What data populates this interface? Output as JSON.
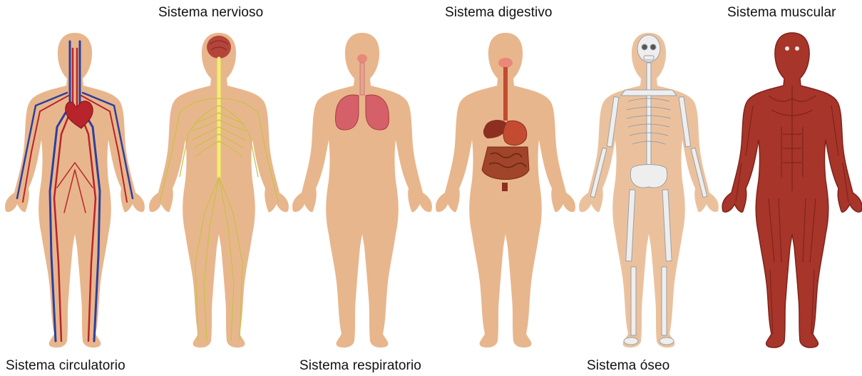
{
  "labels": {
    "circulatorio": "Sistema circulatorio",
    "nervioso": "Sistema nervioso",
    "respiratorio": "Sistema respiratorio",
    "digestivo": "Sistema digestivo",
    "oseo": "Sistema óseo",
    "muscular": "Sistema muscular"
  },
  "colors": {
    "skin": "#e8b68c",
    "skin_outline": "#d9a27a",
    "vein": "#2d3f9e",
    "artery": "#b8242c",
    "nerve": "#c8c24a",
    "spine_nerve": "#f2ee6a",
    "brain": "#b5443a",
    "lung": "#d6606a",
    "digestive": "#c24b30",
    "intestine": "#a0442a",
    "bone": "#eeeeee",
    "bone_outline": "#9aa0a6",
    "muscle": "#a8352a",
    "muscle_dark": "#7e241c"
  },
  "icons": [
    "human-body-icon",
    "heart-icon",
    "brain-icon",
    "lungs-icon",
    "stomach-icon",
    "skull-icon"
  ]
}
